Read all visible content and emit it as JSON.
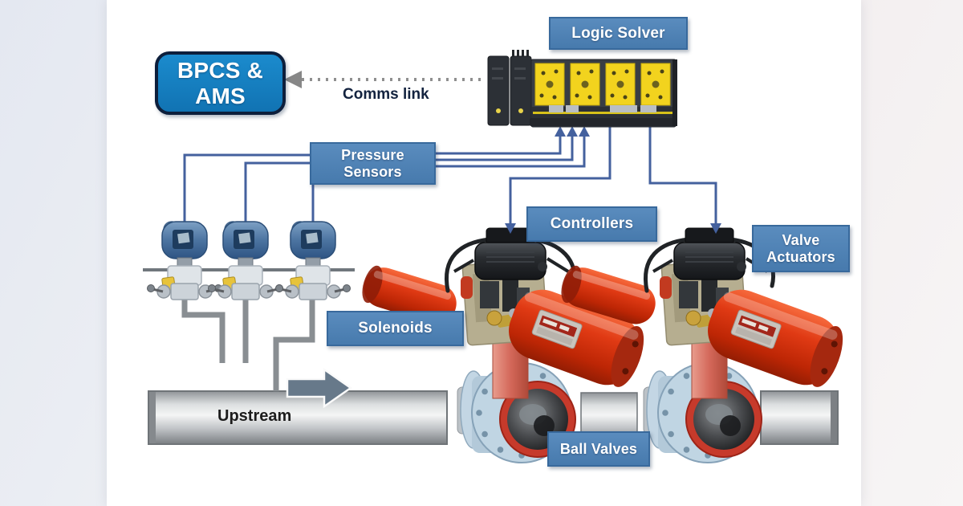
{
  "diagram": {
    "labels": {
      "bpcs": {
        "line1": "BPCS &",
        "line2": "AMS"
      },
      "logic_solver": "Logic Solver",
      "comms_link": "Comms link",
      "pressure_sensors": {
        "line1": "Pressure",
        "line2": "Sensors"
      },
      "controllers": "Controllers",
      "valve_actuators": {
        "line1": "Valve",
        "line2": "Actuators"
      },
      "solenoids": "Solenoids",
      "ball_valves": "Ball Valves",
      "upstream": "Upstream"
    },
    "colors": {
      "label_box_fill": "#4d80b4",
      "label_box_border": "#38699c",
      "bpcs_fill": "#1583c5",
      "bpcs_border": "#0d1f3c",
      "signal_wire": "#44619e",
      "comms_dotted_arrow": "#8f8f8f",
      "actuator_red": "#d63a14",
      "io_module_yellow": "#f2d31e",
      "valve_flange_blue": "#c0d5e3",
      "valve_ring_red": "#c63a2b",
      "pipe_gray": "#c6c9cb",
      "flow_arrow_gray": "#67798a"
    }
  }
}
